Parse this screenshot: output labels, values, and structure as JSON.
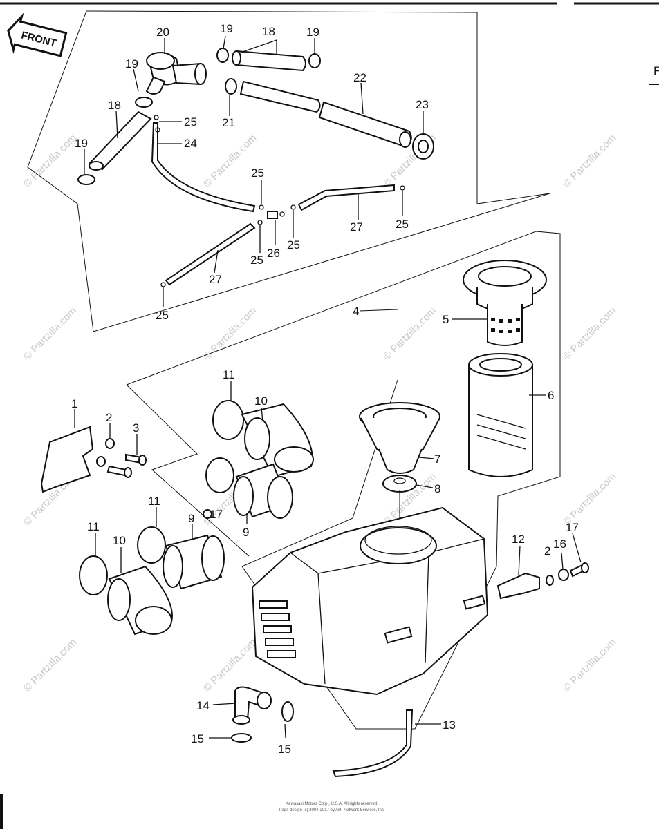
{
  "front_label": "FRONT",
  "corner_text": "F",
  "watermark": "© Partzilla.com",
  "labels": {
    "l1": "1",
    "l2a": "2",
    "l2b": "2",
    "l3": "3",
    "l4": "4",
    "l5": "5",
    "l6": "6",
    "l7": "7",
    "l8": "8",
    "l9a": "9",
    "l9b": "9",
    "l10a": "10",
    "l10b": "10",
    "l11a": "11",
    "l11b": "11",
    "l11c": "11",
    "l12": "12",
    "l13": "13",
    "l14": "14",
    "l15a": "15",
    "l15b": "15",
    "l16": "16",
    "l17a": "17",
    "l17b": "17",
    "l18a": "18",
    "l18b": "18",
    "l19a": "19",
    "l19b": "19",
    "l19c": "19",
    "l19d": "19",
    "l20": "20",
    "l21": "21",
    "l22": "22",
    "l23": "23",
    "l24": "24",
    "l25a": "25",
    "l25b": "25",
    "l25c": "25",
    "l25d": "25",
    "l25e": "25",
    "l25f": "25",
    "l26": "26",
    "l27a": "27",
    "l27b": "27"
  },
  "footer": {
    "line1": "Kawasaki Motors Corp., U.S.A. All rights reserved.",
    "line2": "Page design (c) 2004-2017 by ARI Network Services, Inc."
  },
  "colors": {
    "ink": "#111111",
    "watermark": "#c9c9c9",
    "background": "#ffffff"
  }
}
